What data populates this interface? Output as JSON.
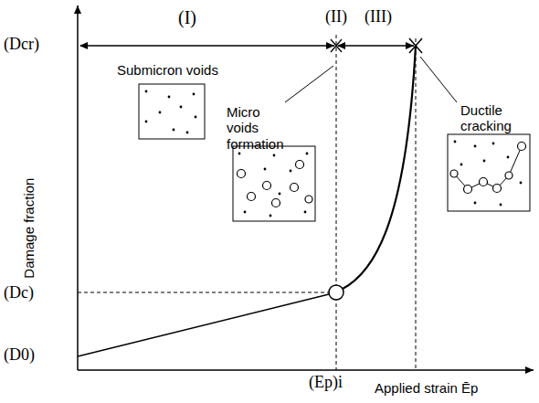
{
  "diagram": {
    "labels": [
      "(I)",
      "(II)",
      "(III)",
      "(Dcr)",
      "Submicron voids",
      "Micro voids formation",
      "Ductile cracking",
      "Damage fraction",
      "(Dc)",
      "(D0)",
      "(Ep)i",
      "Applied strain Ēp"
    ]
  }
}
